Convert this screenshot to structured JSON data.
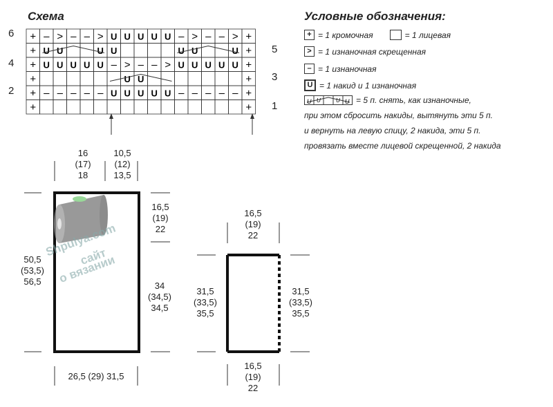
{
  "scheme": {
    "title": "Схема",
    "row_numbers_left": [
      "6",
      "4",
      "2"
    ],
    "row_numbers_right": [
      "5",
      "3",
      "1"
    ],
    "symbols": {
      "edge": "+",
      "knit": "",
      "purl": "–",
      "twisted_purl": ">",
      "yo_purl": "U"
    },
    "rows": [
      [
        "+",
        "–",
        ">",
        "–",
        "–",
        ">",
        "U",
        "U",
        "U",
        "U",
        "U",
        "–",
        ">",
        "–",
        "–",
        ">",
        "+"
      ],
      [
        "+",
        "U",
        "U",
        "",
        "",
        "U",
        "U",
        "",
        "",
        "",
        "",
        "U",
        "U",
        "",
        "",
        "U",
        "+"
      ],
      [
        "+",
        "U",
        "U",
        "U",
        "U",
        "U",
        "–",
        ">",
        "–",
        "–",
        ">",
        "U",
        "U",
        "U",
        "U",
        "U",
        "+"
      ],
      [
        "+",
        "",
        "",
        "",
        "",
        "",
        "",
        "U",
        "U",
        "",
        "",
        "",
        "",
        "",
        "",
        "",
        "+"
      ],
      [
        "+",
        "–",
        "–",
        "–",
        "–",
        "–",
        "U",
        "U",
        "U",
        "U",
        "U",
        "–",
        "–",
        "–",
        "–",
        "–",
        "+"
      ],
      [
        "+",
        "",
        "",
        "",
        "",
        "",
        "",
        "",
        "",
        "",
        "",
        "",
        "",
        "",
        "",
        "",
        "+"
      ]
    ]
  },
  "legend": {
    "title": "Условные обозначения:",
    "items": [
      {
        "symbol": "+",
        "text": "= 1 кромочная"
      },
      {
        "symbol": "",
        "text": "= 1 лицевая"
      },
      {
        "symbol": ">",
        "text": "= 1 изнаночная скрещенная"
      },
      {
        "symbol": "–",
        "text": "= 1 изнаночная"
      },
      {
        "symbol": "U",
        "text": "= 1 накид и 1 изнаночная"
      }
    ],
    "five_note": "= 5 п. снять, как изнаночные,",
    "note_lines": [
      "при этом сбросить накиды,  вытянуть эти 5 п.",
      " и вернуть на левую  спицу, 2 накида, эти 5 п.",
      "провязать  вместе лицевой  скрещенной, 2 накида"
    ]
  },
  "front": {
    "top_left": [
      "16",
      "(17)",
      "18"
    ],
    "top_right": [
      "10,5",
      "(12)",
      "13,5"
    ],
    "side_top": [
      "16,5",
      "(19)",
      "22"
    ],
    "left_height": [
      "50,5",
      "(53,5)",
      "56,5"
    ],
    "right_height": [
      "34",
      "(34,5)",
      "34,5"
    ],
    "bottom": "26,5 (29) 31,5"
  },
  "sleeve": {
    "top": [
      "16,5",
      "(19)",
      "22"
    ],
    "left": [
      "31,5",
      "(33,5)",
      "35,5"
    ],
    "right": [
      "31,5",
      "(33,5)",
      "35,5"
    ],
    "bottom": [
      "16,5",
      "(19)",
      "22"
    ]
  },
  "watermark": {
    "lines": [
      "Shpulya.com",
      "сайт",
      "о вязании"
    ]
  }
}
